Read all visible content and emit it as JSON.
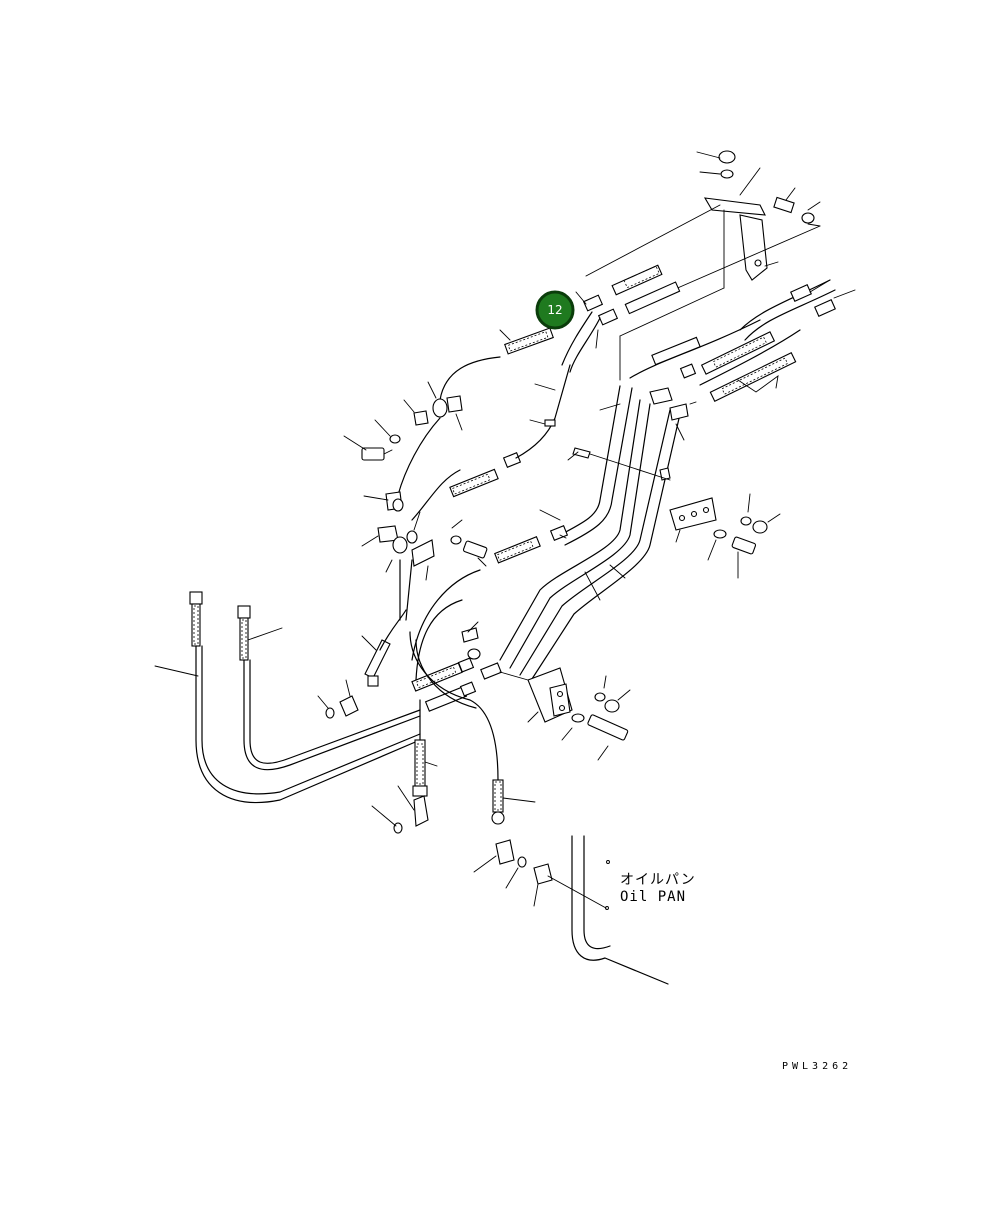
{
  "callout": {
    "label": "12",
    "fill": "#1f7a1f",
    "ring": "#0b3d0b"
  },
  "oil_pan": {
    "label_jp": "オイルパン",
    "label_en": "Oil PAN"
  },
  "drawing_code": "PWL3262"
}
